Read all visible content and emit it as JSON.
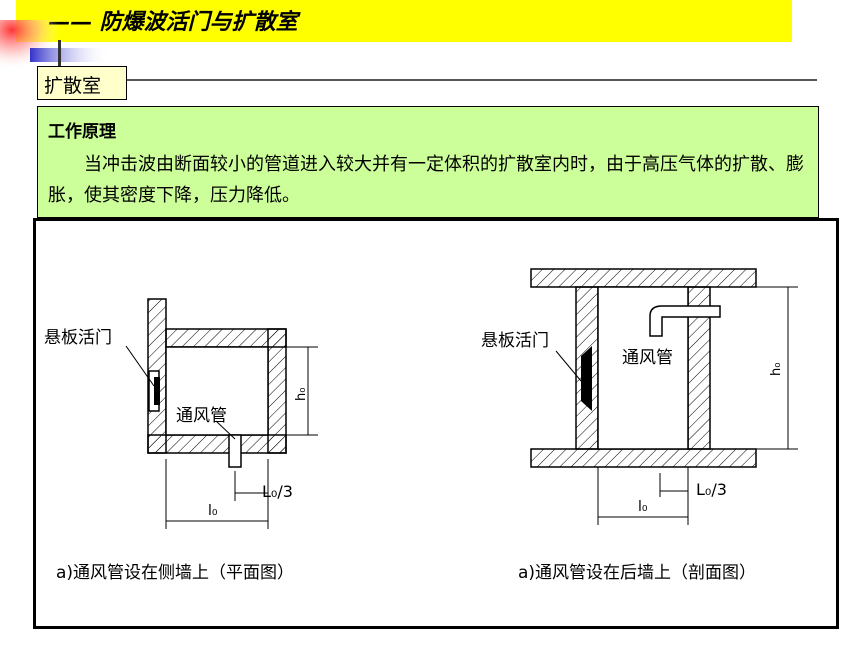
{
  "header": {
    "title": "—— 防爆波活门与扩散室"
  },
  "section": {
    "tag": "扩散室"
  },
  "principle": {
    "title": "工作原理",
    "body": "当冲击波由断面较小的管道进入较大并有一定体积的扩散室内时，由于高压气体的扩散、膨胀，使其密度下降，压力降低。"
  },
  "figure_a": {
    "label_valve": "悬板活门",
    "label_pipe": "通风管",
    "dim_h": "h₀",
    "dim_l": "l₀",
    "dim_l3": "L₀/3",
    "caption": "a)通风管设在侧墙上（平面图）"
  },
  "figure_b": {
    "label_valve": "悬板活门",
    "label_pipe": "通风管",
    "dim_h": "h₀",
    "dim_l": "l₀",
    "dim_l3": "L₀/3",
    "caption": "a)通风管设在后墙上（剖面图）"
  },
  "colors": {
    "title_bar": "#ffff00",
    "principle_bg": "#ccff99",
    "tag_bg": "#ffffcc"
  }
}
